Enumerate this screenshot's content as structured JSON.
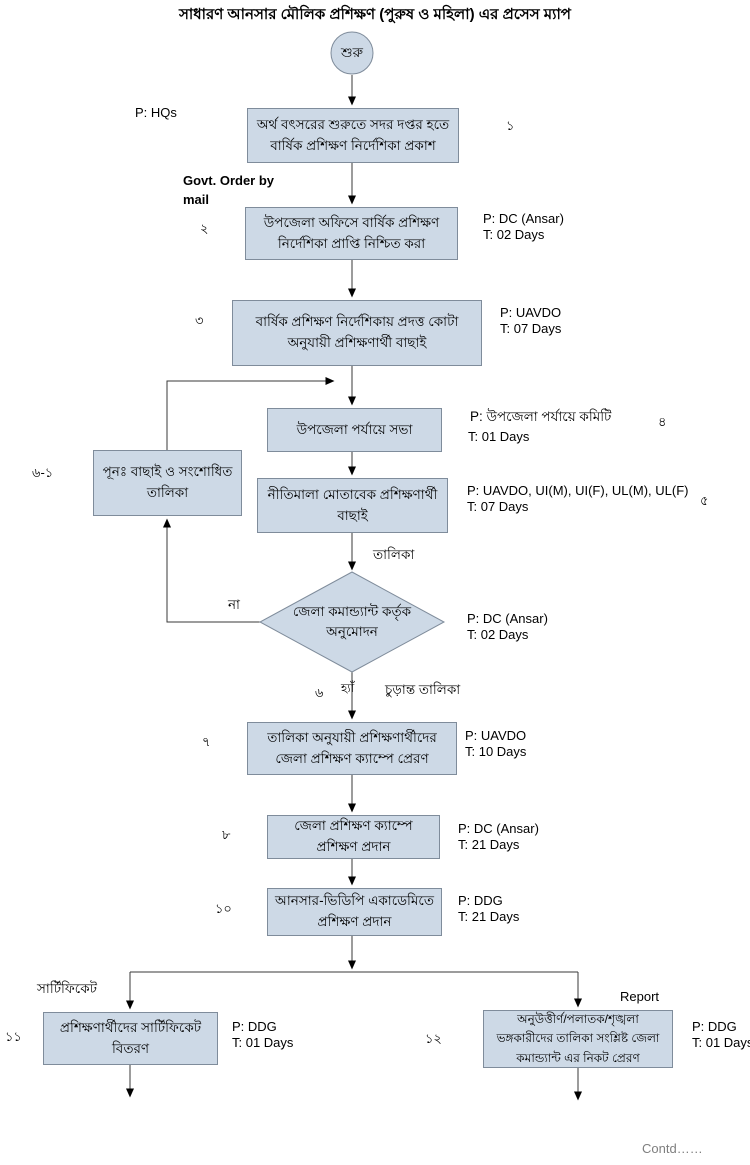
{
  "title": "সাধারণ আনসার মৌলিক প্রশিক্ষণ (পুরুষ ও মহিলা) এর প্রসেস ম্যাপ",
  "colors": {
    "node_fill": "#cdd9e6",
    "node_border": "#7f8c9b",
    "line": "#3a3a3a",
    "arrowhead": "#000000"
  },
  "start": {
    "label": "শুরু"
  },
  "nodes": {
    "s1": {
      "no": "১",
      "text": "অর্থ বৎসরের শুরুতে সদর দপ্তর হতে বার্ষিক প্রশিক্ষণ নির্দেশিকা প্রকাশ",
      "p": "P: HQs"
    },
    "s2": {
      "no": "২",
      "text": "উপজেলা অফিসে বার্ষিক প্রশিক্ষণ নির্দেশিকা প্রাপ্তি নিশ্চিত করা",
      "p": "P: DC (Ansar)",
      "t": "T: 02 Days"
    },
    "s3": {
      "no": "৩",
      "text": "বার্ষিক প্রশিক্ষণ নির্দেশিকায় প্রদত্ত কোটা অনুযায়ী প্রশিক্ষণার্থী বাছাই",
      "p": "P: UAVDO",
      "t": "T: 07 Days"
    },
    "s4": {
      "no": "৪",
      "text": "উপজেলা পর্যায়ে সভা",
      "p": "P: উপজেলা পর্যায়ে কমিটি",
      "t": "T: 01 Days"
    },
    "s5": {
      "no": "৫",
      "text": "নীতিমালা মোতাবেক প্রশিক্ষণার্থী বাছাই",
      "p": "P: UAVDO, UI(M), UI(F), UL(M), UL(F)",
      "t": "T: 07 Days"
    },
    "d6": {
      "no": "৬",
      "text": "জেলা কমান্ড্যান্ট কর্তৃক অনুমোদন",
      "p": "P: DC (Ansar)",
      "t": "T: 02 Days"
    },
    "r61": {
      "no": "৬-১",
      "text": "পূনঃ  বাছাই ও সংশোধিত তালিকা"
    },
    "s7": {
      "no": "৭",
      "text": "তালিকা অনুযায়ী প্রশিক্ষণার্থীদের জেলা প্রশিক্ষণ ক্যাম্পে প্রেরণ",
      "p": "P: UAVDO",
      "t": "T: 10 Days"
    },
    "s8": {
      "no": "৮",
      "text": "জেলা প্রশিক্ষণ ক্যাম্পে প্রশিক্ষণ প্রদান",
      "p": "P: DC (Ansar)",
      "t": "T: 21 Days"
    },
    "s10": {
      "no": "১০",
      "text": "আনসার-ভিডিপি একাডেমিতে প্রশিক্ষণ প্রদান",
      "p": "P: DDG",
      "t": "T: 21 Days"
    },
    "s11": {
      "no": "১১",
      "text": "প্রশিক্ষণার্থীদের  সার্টিফিকেট বিতরণ",
      "p": "P: DDG",
      "t": "T: 01 Days"
    },
    "s12": {
      "no": "১২",
      "text": "অনুউত্তীর্ণ/পলাতক/শৃঙ্খলা ভঙ্গকারীদের তালিকা সংশ্লিষ্ট  জেলা কমান্ড্যান্ট এর নিকট প্রেরণ",
      "p": "P: DDG",
      "t": "T: 01 Days"
    }
  },
  "labels": {
    "govt_order": "Govt. Order by mail",
    "talika": "তালিকা",
    "na": "না",
    "hya": "হ্যাঁ",
    "final_list": "চুড়ান্ত তালিকা",
    "certificate": "সার্টিফিকেট",
    "report": "Report",
    "contd": "Contd……"
  }
}
